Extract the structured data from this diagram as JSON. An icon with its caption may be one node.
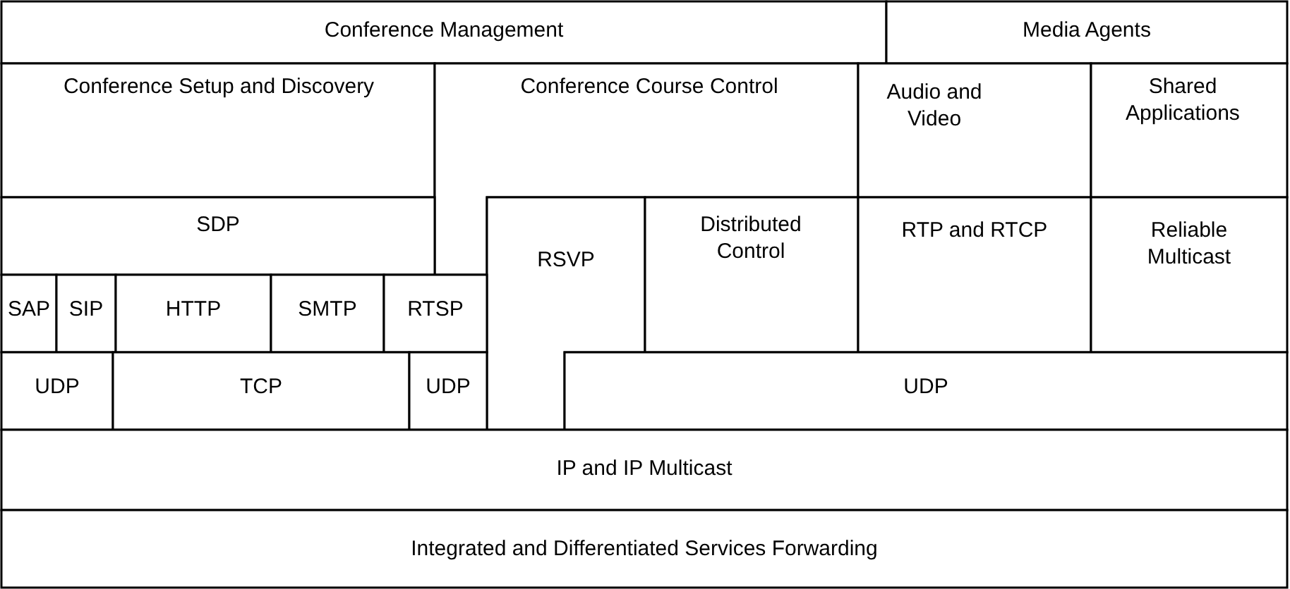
{
  "diagram": {
    "nodes": [
      {
        "text": [
          "Conference Management"
        ]
      },
      {
        "text": [
          "Media Agents"
        ]
      },
      {
        "text": [
          "Conference Setup and Discovery"
        ]
      },
      {
        "text": [
          "Conference Course Control"
        ]
      },
      {
        "text": [
          "Audio and Video"
        ]
      },
      {
        "text": [
          "Shared Applications"
        ]
      },
      {
        "text": [
          "SDP"
        ]
      },
      {
        "text": [
          "RSVP"
        ]
      },
      {
        "text": [
          "Distributed Control"
        ]
      },
      {
        "text": [
          "RTP and RTCP"
        ]
      },
      {
        "text": [
          "Reliable Multicast"
        ]
      },
      {
        "text": [
          "SAP"
        ]
      },
      {
        "text": [
          "SIP"
        ]
      },
      {
        "text": [
          "HTTP"
        ]
      },
      {
        "text": [
          "SMTP"
        ]
      },
      {
        "text": [
          "RTSP"
        ]
      },
      {
        "text": [
          "UDP"
        ]
      },
      {
        "text": [
          "TCP"
        ]
      },
      {
        "text": [
          "UDP"
        ]
      },
      {
        "text": [
          "UDP"
        ]
      },
      {
        "text": [
          "IP and IP Multicast"
        ]
      },
      {
        "text": [
          "Integrated and Differentiated Services Forwarding"
        ]
      }
    ]
  }
}
